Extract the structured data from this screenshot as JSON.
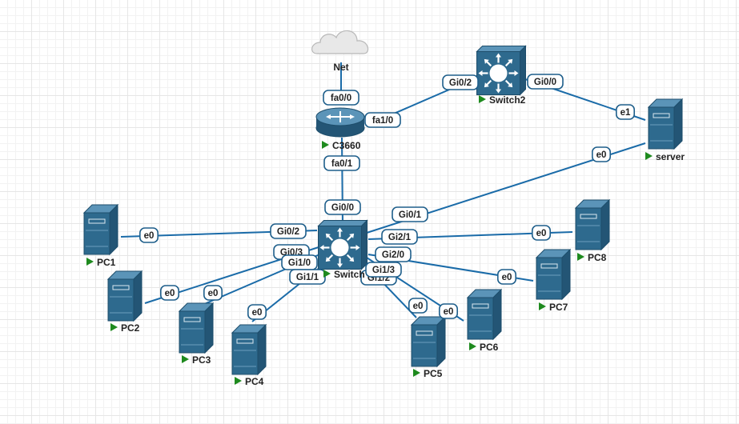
{
  "nodes": [
    {
      "id": "net",
      "type": "cloud",
      "label": "Net",
      "running": false
    },
    {
      "id": "c3660",
      "type": "router",
      "label": "C3660",
      "running": true
    },
    {
      "id": "switch2",
      "type": "switch",
      "label": "Switch2",
      "running": true
    },
    {
      "id": "switch",
      "type": "switch",
      "label": "Switch",
      "running": true
    },
    {
      "id": "server",
      "type": "server",
      "label": "server",
      "running": true
    },
    {
      "id": "pc1",
      "type": "server",
      "label": "PC1",
      "running": true
    },
    {
      "id": "pc2",
      "type": "server",
      "label": "PC2",
      "running": true
    },
    {
      "id": "pc3",
      "type": "server",
      "label": "PC3",
      "running": true
    },
    {
      "id": "pc4",
      "type": "server",
      "label": "PC4",
      "running": true
    },
    {
      "id": "pc5",
      "type": "server",
      "label": "PC5",
      "running": true
    },
    {
      "id": "pc6",
      "type": "server",
      "label": "PC6",
      "running": true
    },
    {
      "id": "pc7",
      "type": "server",
      "label": "PC7",
      "running": true
    },
    {
      "id": "pc8",
      "type": "server",
      "label": "PC8",
      "running": true
    }
  ],
  "links": [
    {
      "from": "net",
      "to": "c3660",
      "from_iface": "",
      "to_iface": "fa0/0"
    },
    {
      "from": "c3660",
      "to": "switch2",
      "from_iface": "fa1/0",
      "to_iface": "Gi0/2"
    },
    {
      "from": "switch2",
      "to": "server",
      "from_iface": "Gi0/0",
      "to_iface": "e1"
    },
    {
      "from": "c3660",
      "to": "switch",
      "from_iface": "fa0/1",
      "to_iface": "Gi0/0"
    },
    {
      "from": "switch",
      "to": "server",
      "from_iface": "Gi0/1",
      "to_iface": "e0"
    },
    {
      "from": "switch",
      "to": "pc1",
      "from_iface": "Gi0/2",
      "to_iface": "e0"
    },
    {
      "from": "switch",
      "to": "pc2",
      "from_iface": "Gi0/3",
      "to_iface": "e0"
    },
    {
      "from": "switch",
      "to": "pc3",
      "from_iface": "Gi1/0",
      "to_iface": "e0"
    },
    {
      "from": "switch",
      "to": "pc4",
      "from_iface": "Gi1/1",
      "to_iface": "e0"
    },
    {
      "from": "switch",
      "to": "pc5",
      "from_iface": "Gi1/2",
      "to_iface": "e0"
    },
    {
      "from": "switch",
      "to": "pc6",
      "from_iface": "Gi1/3",
      "to_iface": "e0"
    },
    {
      "from": "switch",
      "to": "pc7",
      "from_iface": "Gi2/0",
      "to_iface": "e0"
    },
    {
      "from": "switch",
      "to": "pc8",
      "from_iface": "Gi2/1",
      "to_iface": "e0"
    }
  ],
  "colors": {
    "link": "#1a6ba8",
    "device": "#2e6a8e",
    "device_light": "#5b94b8",
    "running": "#1e8a1e",
    "cloud": "#e8e8e8"
  }
}
